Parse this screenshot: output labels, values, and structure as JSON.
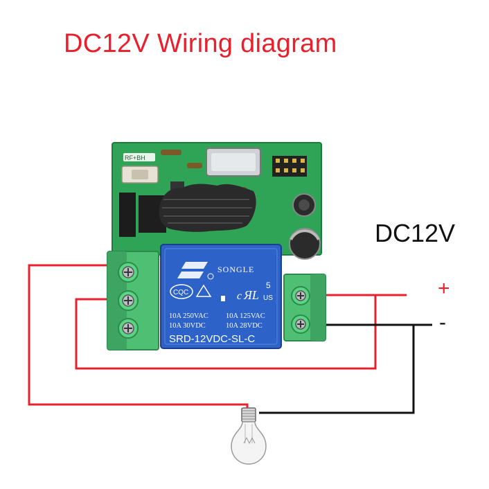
{
  "title": "DC12V Wiring diagram",
  "power_supply": {
    "label": "DC12V",
    "positive": "+",
    "negative": "-"
  },
  "board": {
    "pcb_label": "RF+BH",
    "relay": {
      "brand": "SONGLE",
      "cert_left": "CQC",
      "cert_right": "US",
      "cert_number": "5",
      "rating_1a": "10A 250VAC",
      "rating_1b": "10A 125VAC",
      "rating_2a": "10A 30VDC",
      "rating_2b": "10A 28VDC",
      "model": "SRD-12VDC-SL-C"
    }
  },
  "colors": {
    "positive_wire": "#e8202e",
    "negative_wire": "#111111",
    "title": "#e8202e",
    "pcb": "#2fa457",
    "relay": "#2d62c8",
    "terminal": "#4fbf74"
  },
  "icons": [
    "light-bulb-icon"
  ]
}
